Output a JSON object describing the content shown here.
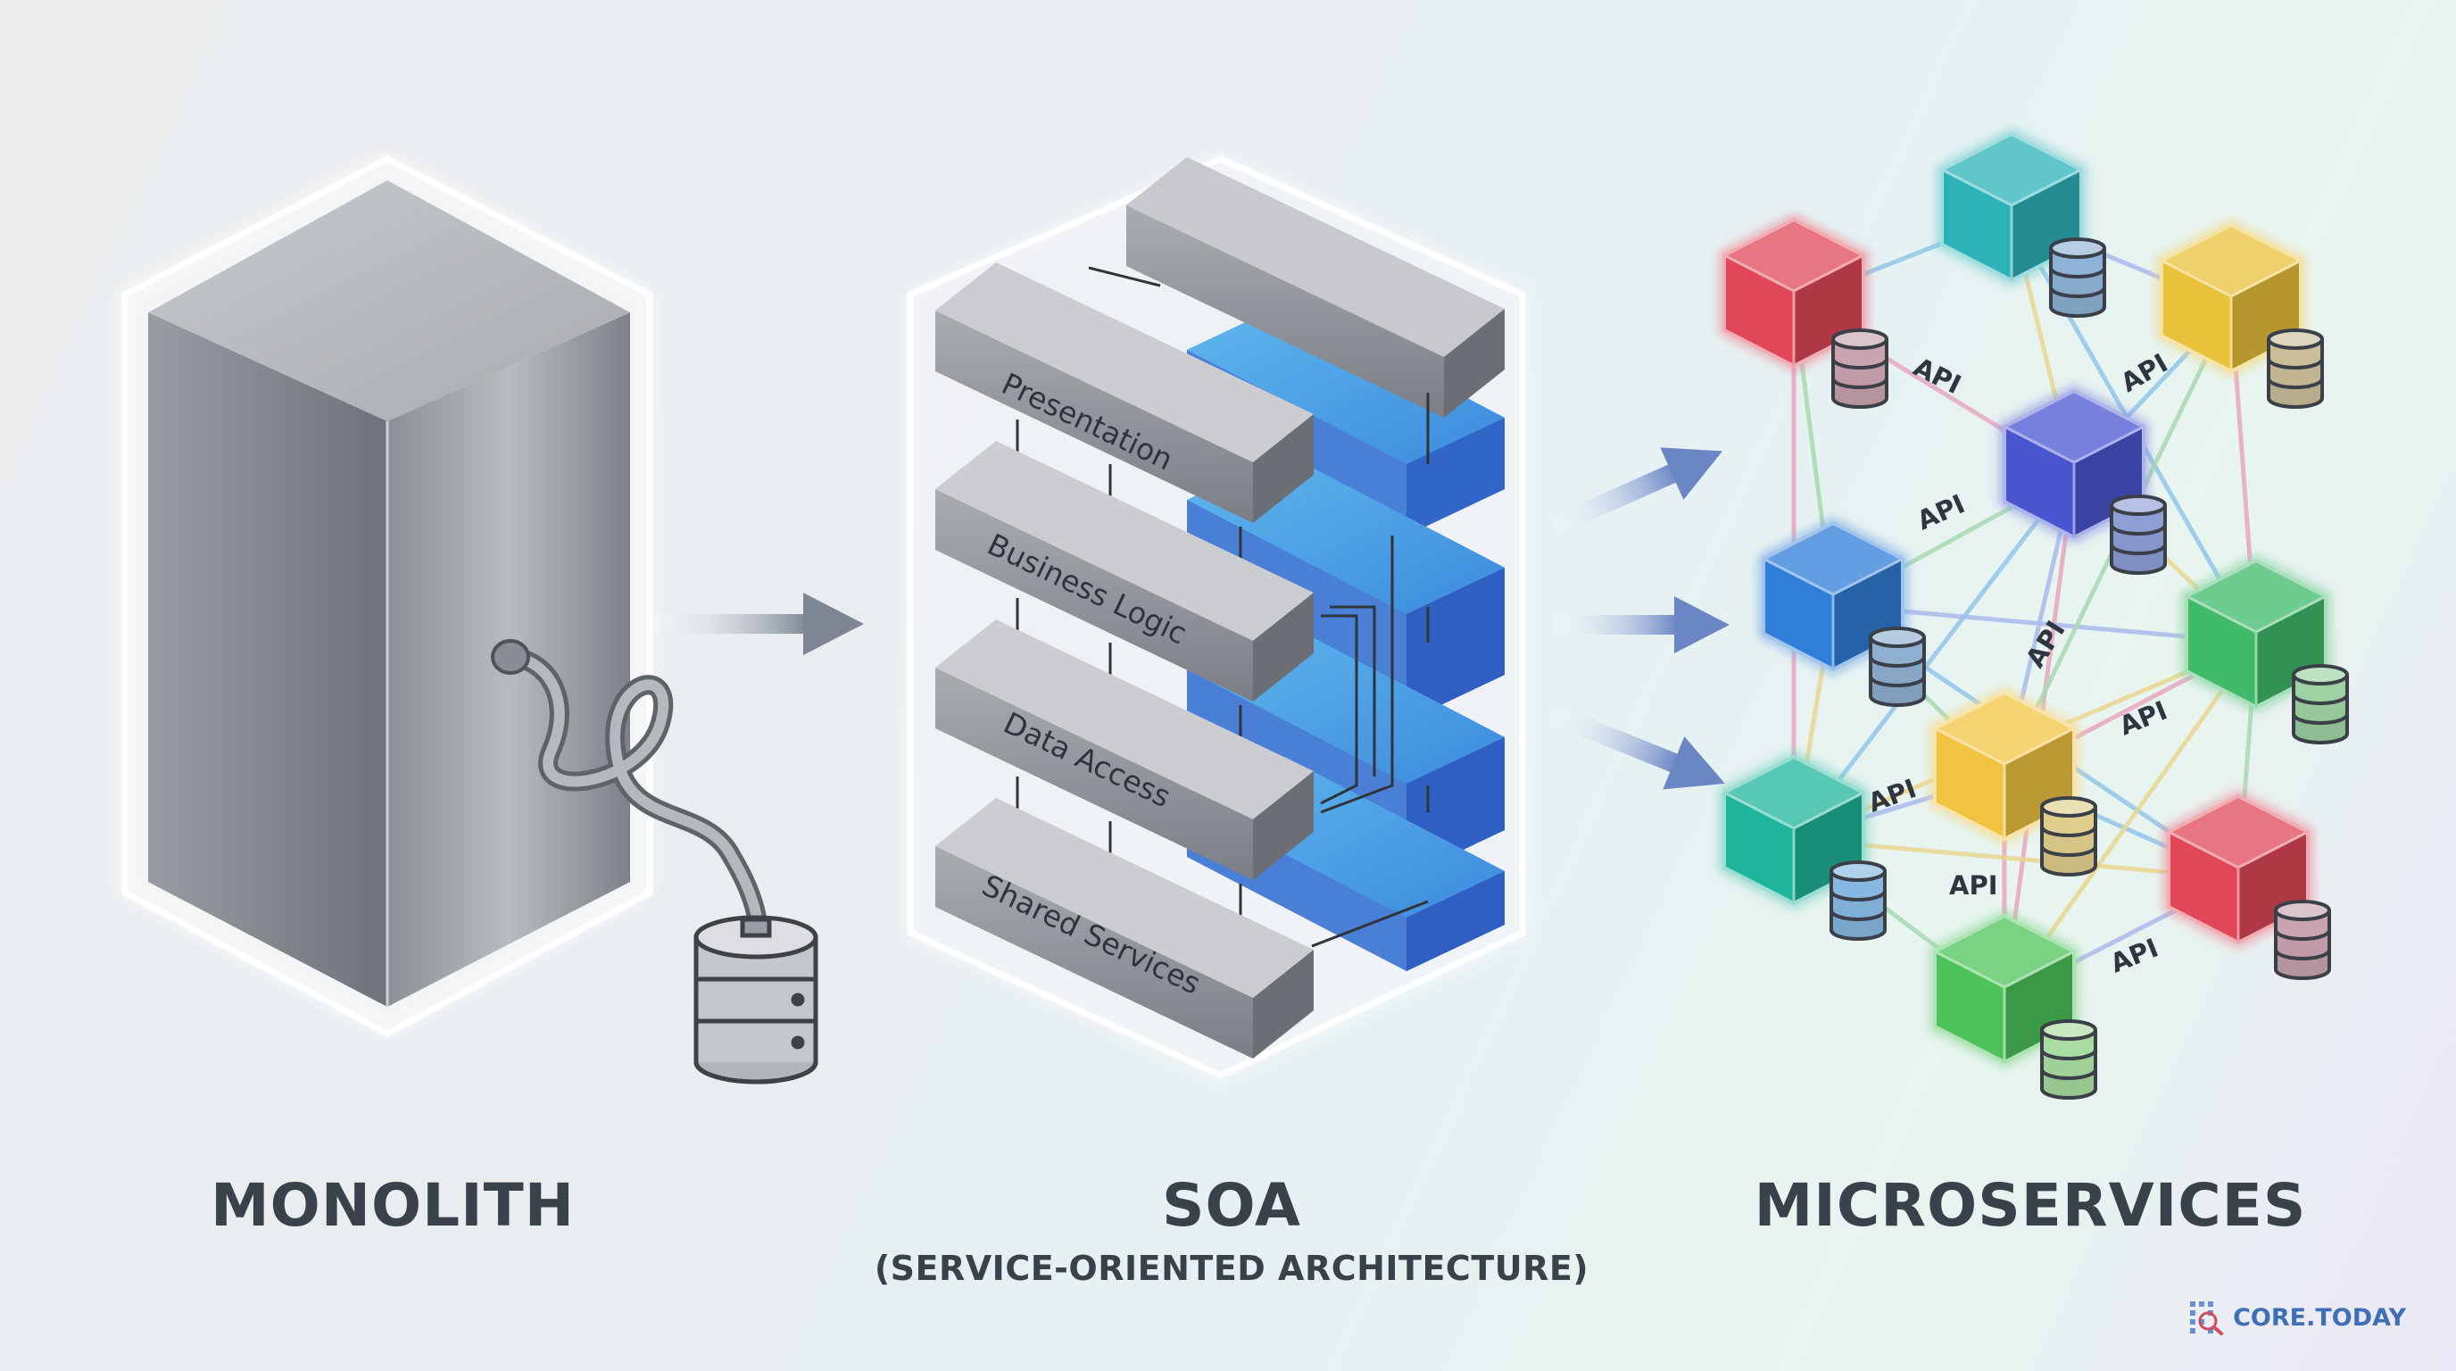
{
  "stages": {
    "monolith": {
      "title": "MONOLITH"
    },
    "soa": {
      "title": "SOA",
      "subtitle": "(SERVICE-ORIENTED ARCHITECTURE)",
      "layers": [
        "Presentation",
        "Business Logic",
        "Data Access",
        "Shared Services"
      ]
    },
    "microservices": {
      "title": "MICROSERVICES",
      "api_label": "API",
      "service_colors": [
        "#e04858",
        "#2bb3b8",
        "#e8c23a",
        "#4a55d0",
        "#2f7ed8",
        "#3fbb6a",
        "#f0c440",
        "#1fb59a",
        "#e04858",
        "#4cc45a"
      ],
      "database_colors": [
        "#c9a4b0",
        "#8fb3d6",
        "#cbbf9a",
        "#8e9fd6",
        "#8fb0d0",
        "#9ed2a4",
        "#e0cf8c",
        "#86b8e2",
        "#c9a4b0",
        "#a9dca0"
      ]
    }
  },
  "branding": {
    "name": "CORE.TODAY",
    "icon": "grid-logo-icon"
  }
}
